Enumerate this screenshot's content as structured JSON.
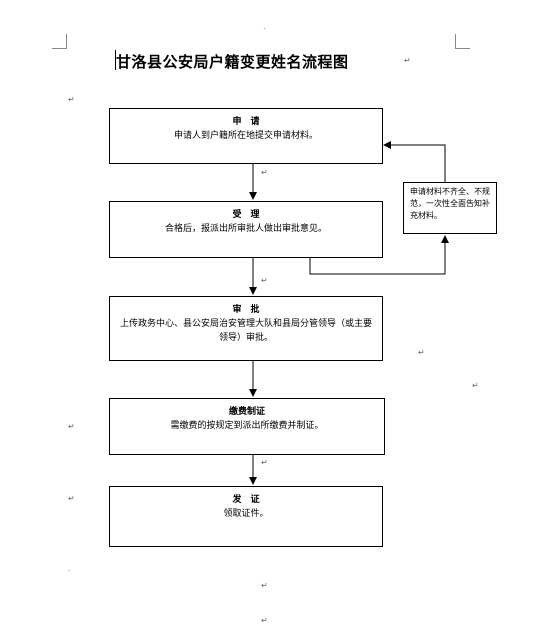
{
  "title": "甘洛县公安局户籍变更姓名流程图",
  "steps": [
    {
      "head": "申　请",
      "text": "申请人到户籍所在地提交申请材料。",
      "extra": ""
    },
    {
      "head": "受　理",
      "text": "合格后，报派出所审批人做出审批意见。",
      "extra": ""
    },
    {
      "head": "审　批",
      "text": "上传政务中心、县公安局治安管理大队和县局分管领导（或主要领导）审批。",
      "extra": ""
    },
    {
      "head": "缴费制证",
      "text": "需缴费的按规定到派出所缴费并制证。",
      "extra": ""
    },
    {
      "head": "发　证",
      "text": "领取证件。",
      "extra": ""
    }
  ],
  "side_note": "申请材料不齐全、不规范，一次性全面告知补充材料。",
  "marks": {
    "para": "↵",
    "dot": "."
  }
}
